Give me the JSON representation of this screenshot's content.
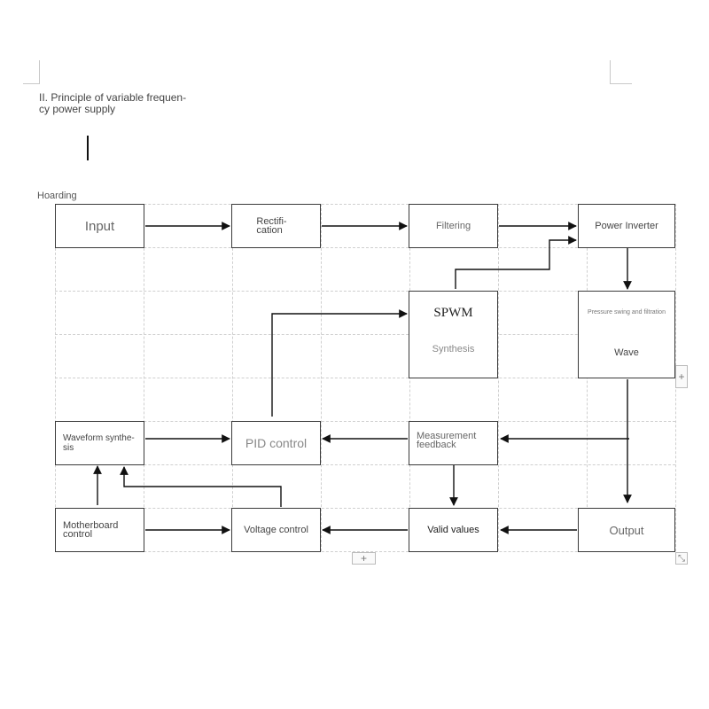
{
  "document": {
    "heading": "II. Principle of variable frequen-\ncy power supply",
    "caption": "Hoarding"
  },
  "diagram": {
    "nodes": {
      "input": "Input",
      "rectification": "Rectifi-\ncation",
      "filtering": "Filtering",
      "power_inverter": "Power Inverter",
      "spwm_title": "SPWM",
      "spwm_sub": "Synthesis",
      "wave_top": "Pressure swing and filtration",
      "wave_bottom": "Wave",
      "waveform_synthesis": "Waveform synthe-\nsis",
      "pid_control": "PID control",
      "measurement_feedback": "Measurement\nfeedback",
      "motherboard_control": "Motherboard\ncontrol",
      "voltage_control": "Voltage control",
      "valid_values": "Valid values",
      "output": "Output"
    }
  },
  "controls": {
    "add_column": "+",
    "add_row": "+",
    "resize": "⤡"
  }
}
